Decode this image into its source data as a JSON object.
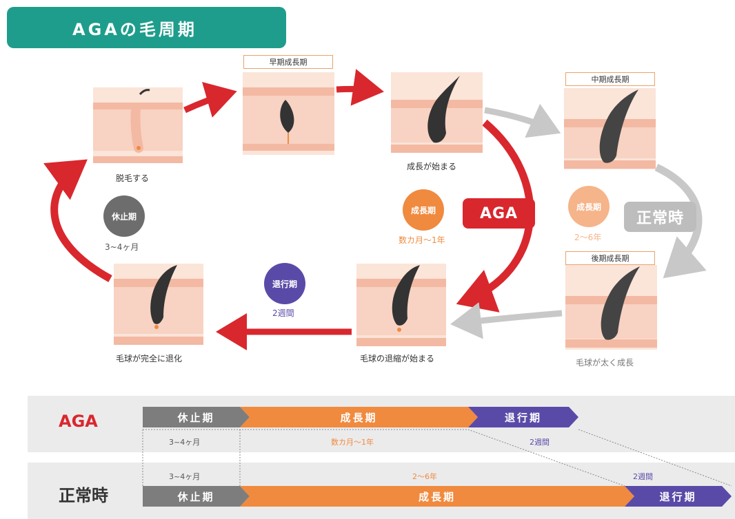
{
  "title": "AGAの毛周期",
  "stage_labels": {
    "shed": "脱毛する",
    "start_growth": "成長が始まる",
    "bulb_thick": "毛球が太く成長",
    "shrink_start": "毛球の退縮が始まる",
    "full_regress": "毛球が完全に退化"
  },
  "stage_tags": {
    "early": "早期成長期",
    "middle": "中期成長期",
    "late": "後期成長期"
  },
  "phases": {
    "rest": {
      "name": "休止期",
      "duration": "3~4ヶ月"
    },
    "growth_aga": {
      "name": "成長期",
      "duration": "数カ月〜1年"
    },
    "growth_normal": {
      "name": "成長期",
      "duration": "2〜6年"
    },
    "regress": {
      "name": "退行期",
      "duration": "2週間"
    }
  },
  "paths": {
    "aga": "AGA",
    "normal": "正常時"
  },
  "timeline": {
    "aga": {
      "label": "AGA",
      "segments": [
        "休止期",
        "成長期",
        "退行期"
      ],
      "durations": [
        "3~4ヶ月",
        "数カ月〜1年",
        "2週間"
      ]
    },
    "normal": {
      "label": "正常時",
      "segments": [
        "休止期",
        "成長期",
        "退行期"
      ],
      "durations": [
        "3~4ヶ月",
        "2〜6年",
        "2週間"
      ]
    }
  },
  "colors": {
    "teal": "#1f9d8c",
    "red": "#d9272e",
    "orange": "#f08a3e",
    "purple": "#5a4aa8",
    "gray": "#7d7d7d",
    "light_gray": "#c8c8c8",
    "skin": "#f7c9b6",
    "hair": "#333333"
  }
}
